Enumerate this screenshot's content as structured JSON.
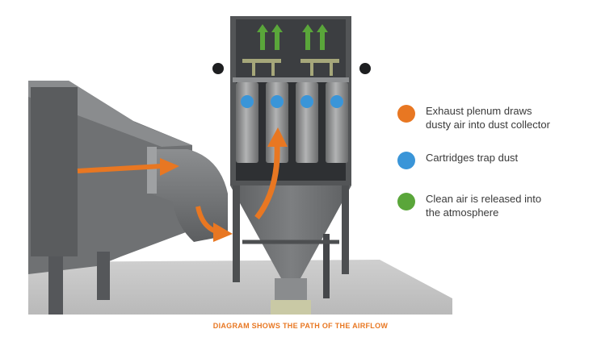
{
  "legend": [
    {
      "text": "Exhaust plenum draws\ndusty air into dust collector",
      "color": "#e87722",
      "icon": "orange-circle"
    },
    {
      "text": "Cartridges trap dust",
      "color": "#3a95d8",
      "icon": "blue-circle"
    },
    {
      "text": "Clean air is released into\nthe atmosphere",
      "color": "#5aa63a",
      "icon": "green-circle"
    }
  ],
  "caption": "DIAGRAM SHOWS THE PATH OF THE AIRFLOW",
  "colors": {
    "airflow": "#e87722",
    "cartridge_marker": "#3a95d8",
    "clean_air": "#5aa63a",
    "steel": "#6d6f71"
  }
}
